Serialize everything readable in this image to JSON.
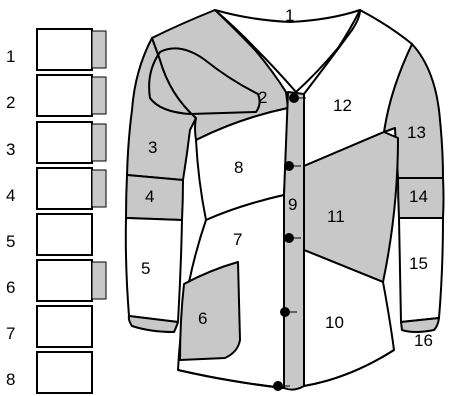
{
  "legend": {
    "rows": [
      {
        "number": "1",
        "swatch": "gray"
      },
      {
        "number": "2",
        "swatch": "gray"
      },
      {
        "number": "3",
        "swatch": "gray"
      },
      {
        "number": "4",
        "swatch": "gray"
      },
      {
        "number": "5",
        "swatch": "white"
      },
      {
        "number": "6",
        "swatch": "gray"
      },
      {
        "number": "7",
        "swatch": "white"
      },
      {
        "number": "8",
        "swatch": "white"
      }
    ]
  },
  "garment": {
    "labels": [
      "1",
      "2",
      "3",
      "4",
      "5",
      "6",
      "7",
      "8",
      "9",
      "10",
      "11",
      "12",
      "13",
      "14",
      "15",
      "16"
    ]
  },
  "colors": {
    "gray": "#c8c8c8",
    "white": "#ffffff",
    "line": "#000000",
    "button": "#000000"
  }
}
